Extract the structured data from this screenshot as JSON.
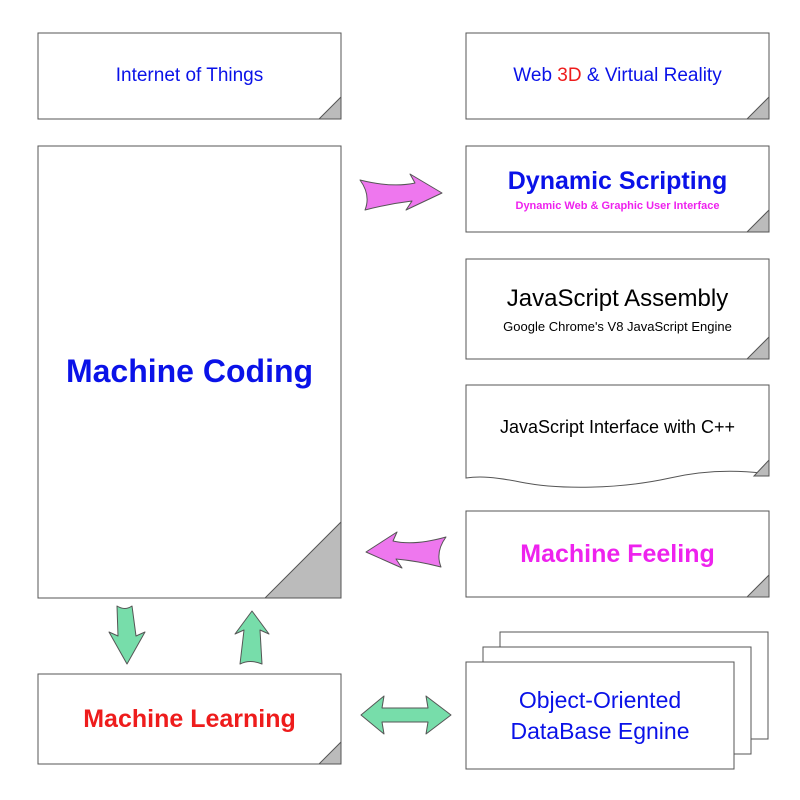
{
  "boxes": {
    "iot": {
      "label": "Internet of Things"
    },
    "web3d": {
      "label_before": "Web ",
      "label_highlight": "3D",
      "label_after": " & Virtual Reality"
    },
    "dynamic_scripting": {
      "title": "Dynamic Scripting",
      "subtitle": "Dynamic Web & Graphic User Interface"
    },
    "js_assembly": {
      "title": "JavaScript Assembly",
      "subtitle": "Google Chrome's V8 JavaScript Engine"
    },
    "js_interface": {
      "label": "JavaScript Interface with C++"
    },
    "machine_feeling": {
      "label": "Machine Feeling"
    },
    "machine_coding": {
      "label": "Machine Coding"
    },
    "machine_learning": {
      "label": "Machine Learning"
    },
    "oodb": {
      "line1": "Object-Oriented",
      "line2": "DataBase Egnine"
    }
  },
  "colors": {
    "blue_text": "#0a12e8",
    "red_text": "#ee1c1c",
    "magenta_text": "#ee22ee",
    "magenta_arrow": "#ee77ee",
    "green_arrow": "#77ddaa",
    "fold_gray": "#bbbbbb"
  }
}
